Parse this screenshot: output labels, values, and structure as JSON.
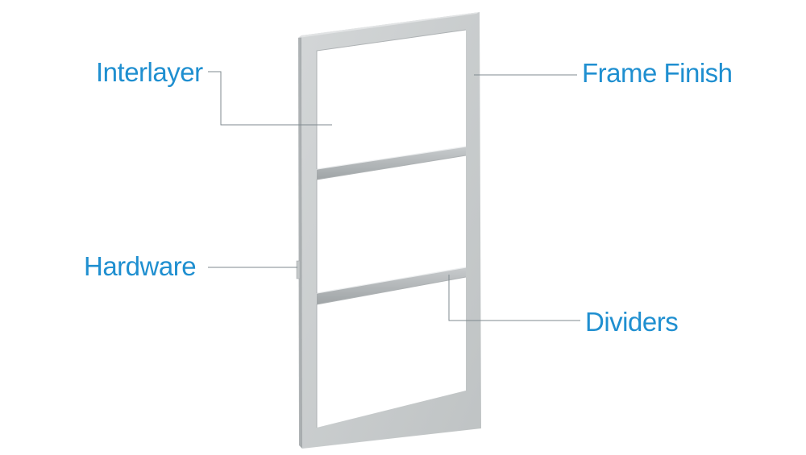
{
  "colors": {
    "label": "#1f8fd0",
    "leader_line": "#7f8a8f",
    "frame_face": "#c9cccd",
    "frame_side": "#a9adaf",
    "divider_face": "#b8bcbe"
  },
  "callouts": {
    "interlayer": "Interlayer",
    "frame_finish": "Frame Finish",
    "hardware": "Hardware",
    "dividers": "Dividers"
  }
}
